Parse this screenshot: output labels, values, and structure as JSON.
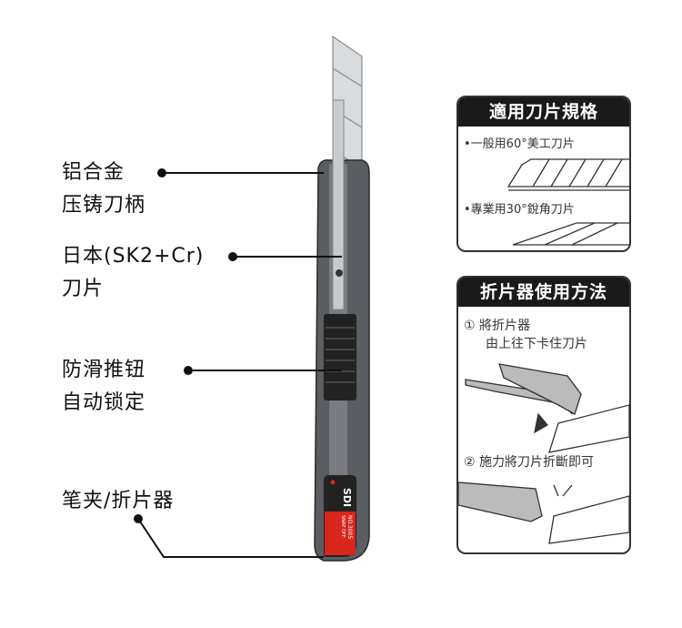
{
  "callouts": [
    {
      "line1": "铝合金",
      "line2": "压铸刀柄"
    },
    {
      "line1": "日本(SK2+Cr)",
      "line2": "刀片"
    },
    {
      "line1": "防滑推钮",
      "line2": "自动锁定"
    },
    {
      "line1": "笔夹/折片器",
      "line2": ""
    }
  ],
  "product": {
    "brand": "SDI",
    "model": "NO.3005",
    "subtext": "SNAP OFF"
  },
  "panel_blades": {
    "title": "適用刀片規格",
    "item1": "•一般用60°美工刀片",
    "item2": "•專業用30°銳角刀片"
  },
  "panel_usage": {
    "title": "折片器使用方法",
    "step1_line1": "① 將折片器",
    "step1_line2": "由上往下卡住刀片",
    "step2": "② 施力將刀片折斷即可"
  },
  "colors": {
    "accent": "#d8261c",
    "body": "#55585c",
    "header": "#1a1a1a"
  }
}
